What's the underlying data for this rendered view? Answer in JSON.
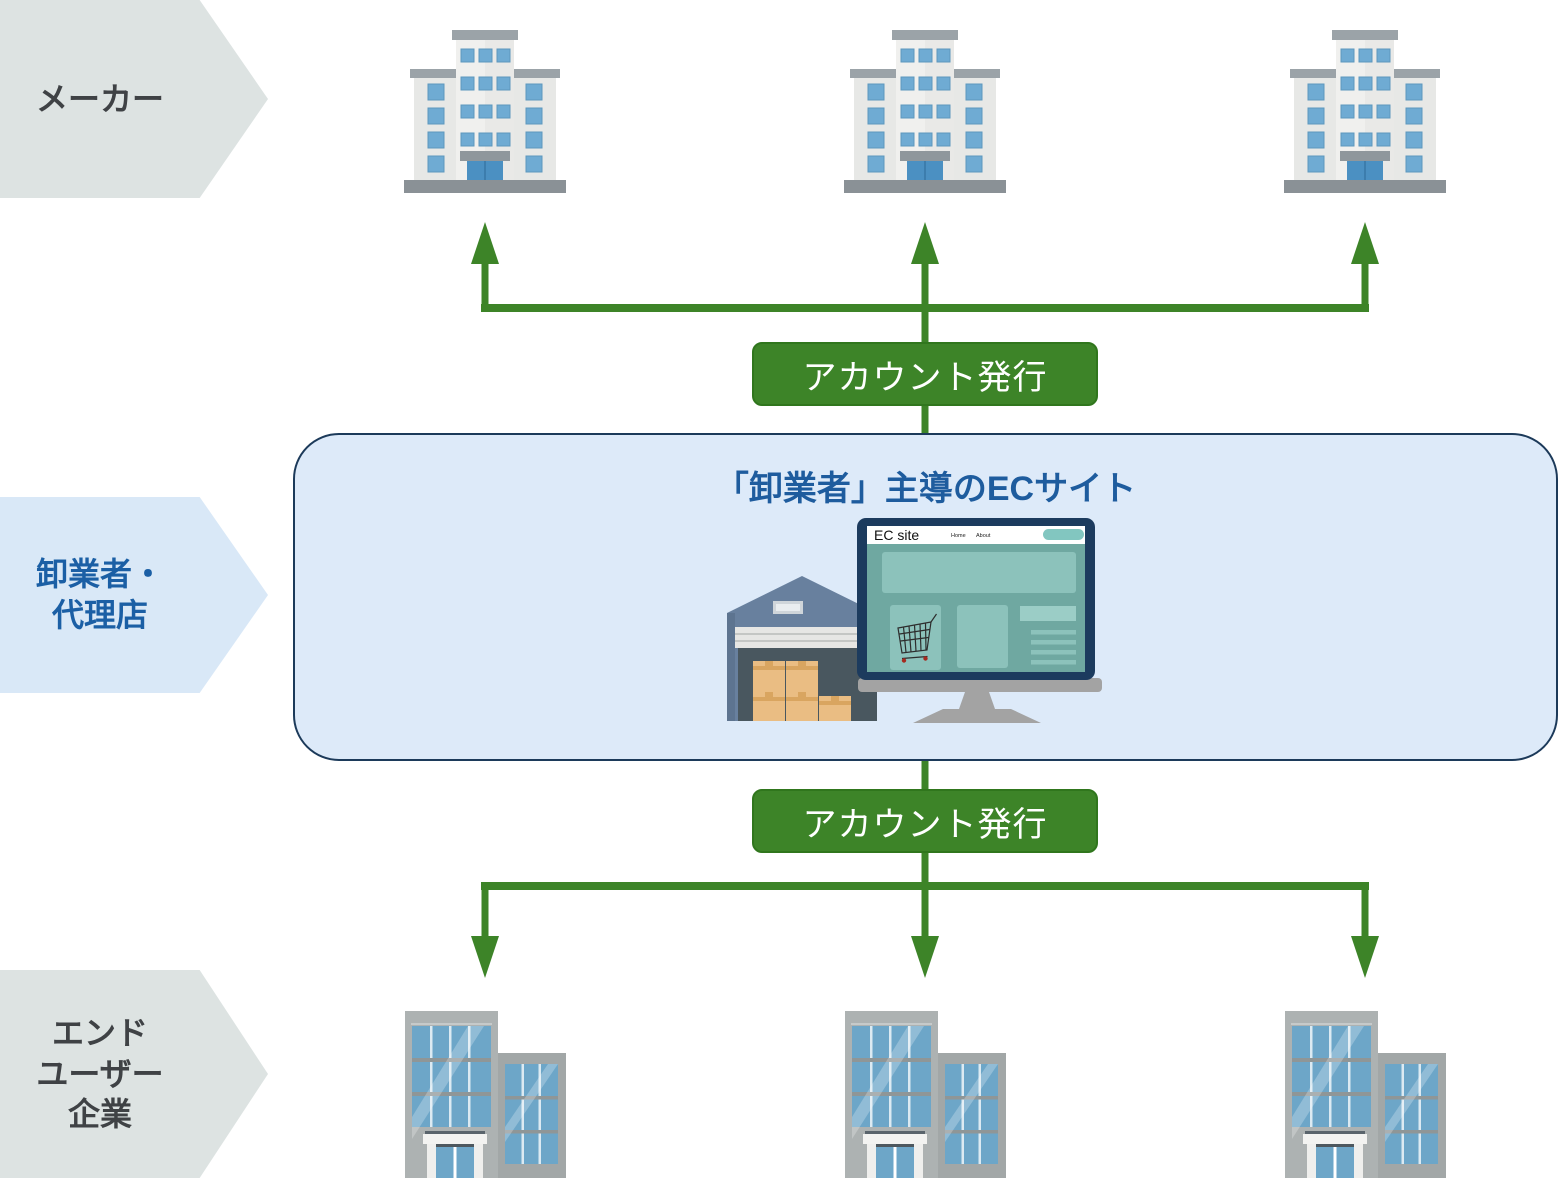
{
  "stages": {
    "maker": {
      "label": "メーカー"
    },
    "wholesaler": {
      "lines": [
        "卸業者・",
        "代理店"
      ]
    },
    "enduser": {
      "lines": [
        "エンド",
        "ユーザー",
        "企業"
      ]
    }
  },
  "badges": {
    "top": "アカウント発行",
    "bottom": "アカウント発行"
  },
  "ec_site": {
    "title": "「卸業者」主導のECサイト",
    "screen": {
      "logo": "EC site",
      "nav_home": "Home",
      "nav_about": "About"
    }
  },
  "icons": {
    "office-building-icon": "gray office building with blue windows",
    "glass-building-icon": "modern glass office building",
    "warehouse-icon": "blue warehouse with cardboard boxes",
    "monitor-icon": "desktop monitor showing EC shop page",
    "cart-icon": "shopping cart",
    "flow-arrow": "green connector arrow"
  },
  "colors": {
    "arrow_green": "#3d8428",
    "badge_green": "#3d8428",
    "panel_fill": "#ddeaf9",
    "panel_border": "#1c3a5a",
    "title_blue": "#1e5c9e",
    "stage_gray": "#dde3e2",
    "stage_blue": "#d9e8f7",
    "stage_text_dark": "#3f4245",
    "stage_text_blue": "#1b5fa5"
  }
}
